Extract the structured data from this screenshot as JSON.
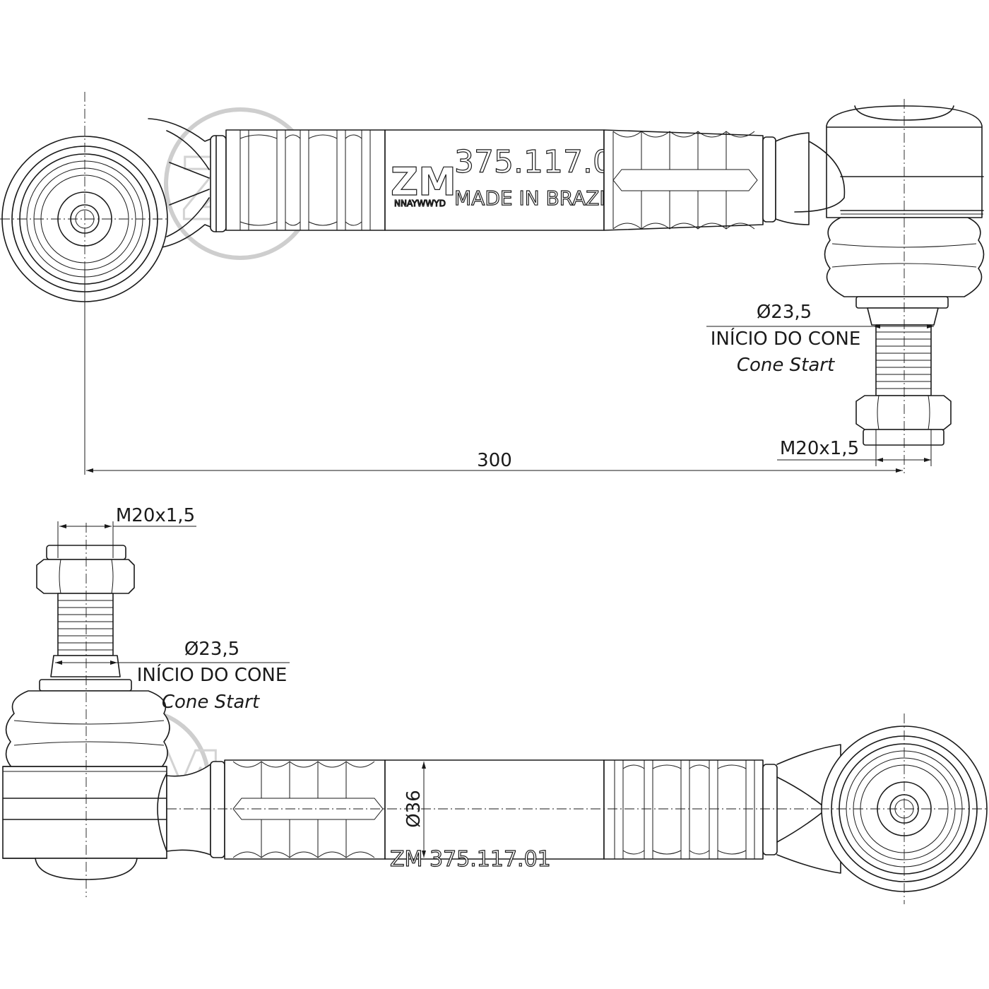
{
  "part": {
    "brand": "ZM",
    "code": "NNAYWWYD",
    "number": "375.117.01",
    "origin": "MADE IN BRAZIL"
  },
  "top_view": {
    "cone_diameter": "Ø23,5",
    "cone_label": "INÍCIO DO CONE",
    "cone_label_en": "Cone Start",
    "thread": "M20x1,5",
    "length": "300"
  },
  "bottom_view": {
    "thread": "M20x1,5",
    "cone_diameter": "Ø23,5",
    "cone_label": "INÍCIO DO CONE",
    "cone_label_en": "Cone Start",
    "body_diameter": "Ø36",
    "mirrored_number": "ZM 375.117.01"
  },
  "watermark": "ZM"
}
